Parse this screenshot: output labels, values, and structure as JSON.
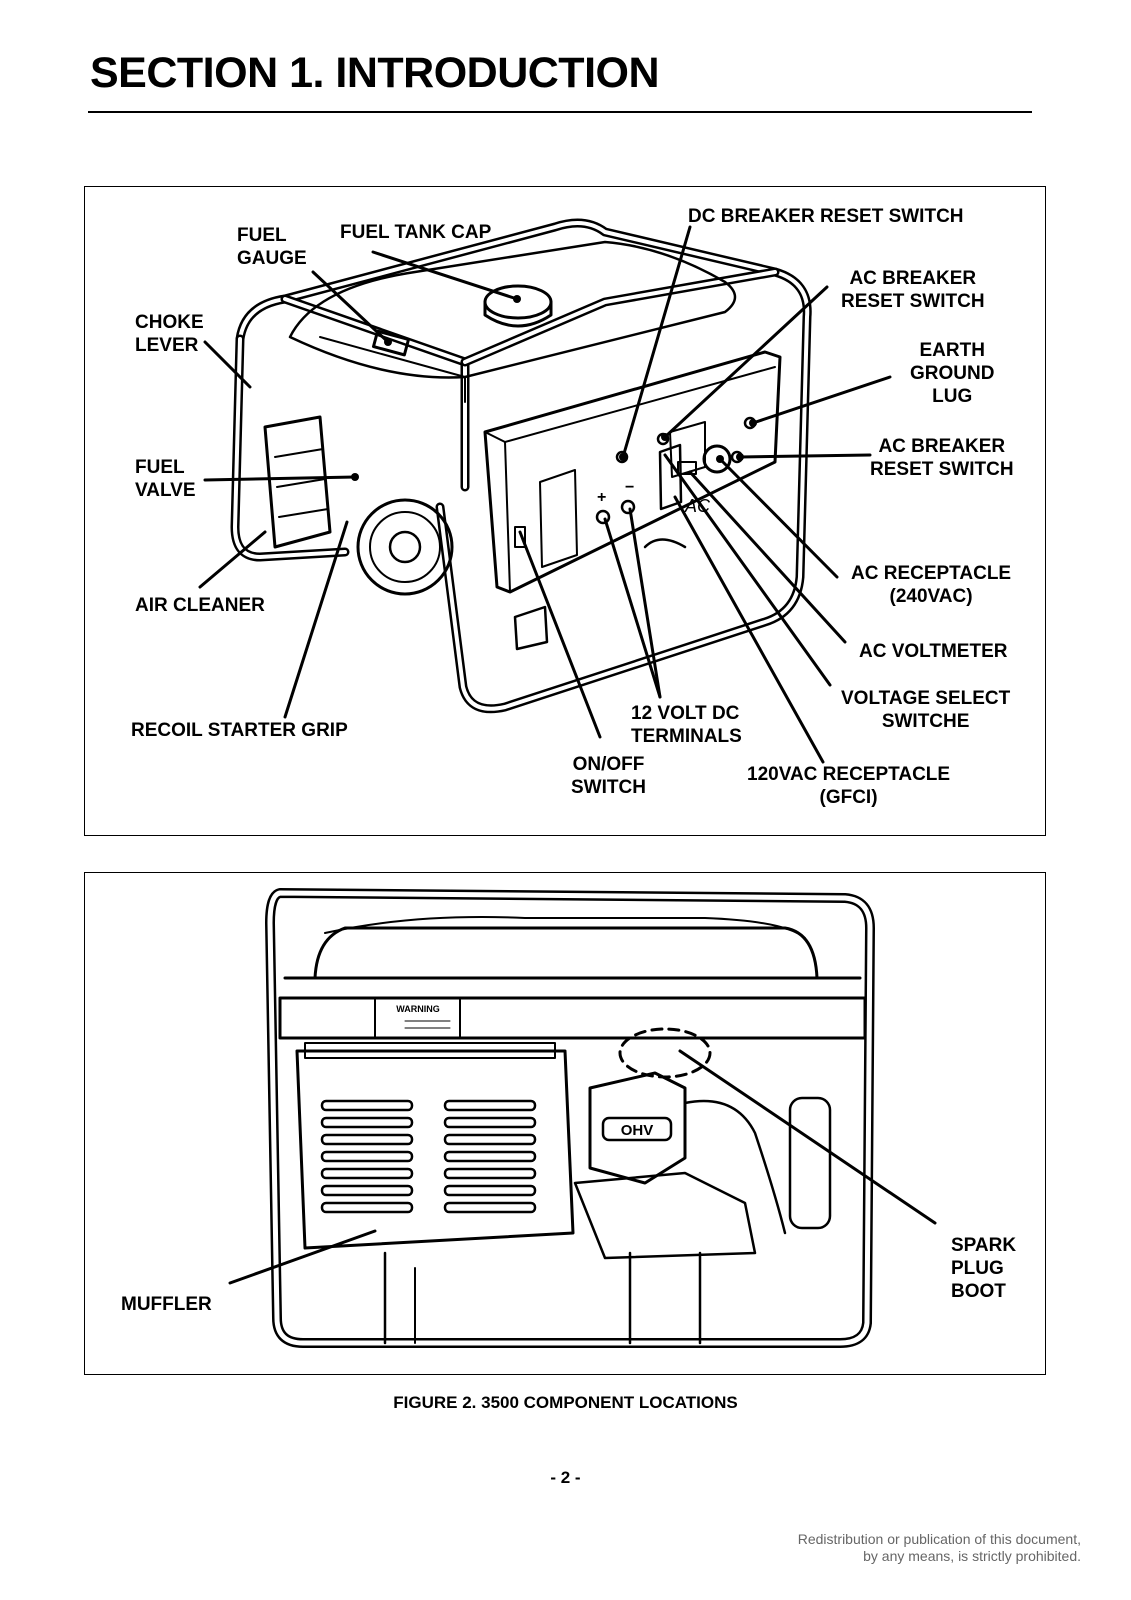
{
  "page": {
    "section_title": "SECTION 1. INTRODUCTION",
    "figure_caption": "FIGURE 2. 3500 COMPONENT LOCATIONS",
    "page_number": "- 2 -",
    "notice": "Redistribution or publication of this document,\nby any means, is strictly prohibited."
  },
  "figure_top": {
    "labels": {
      "fuel_gauge": "FUEL\nGAUGE",
      "fuel_tank_cap": "FUEL TANK CAP",
      "dc_breaker_reset": "DC BREAKER RESET SWITCH",
      "ac_breaker_reset_1": "AC BREAKER\nRESET SWITCH",
      "choke_lever": "CHOKE\nLEVER",
      "earth_ground_lug": "EARTH\nGROUND\nLUG",
      "ac_breaker_reset_2": "AC BREAKER\nRESET SWITCH",
      "fuel_valve": "FUEL\nVALVE",
      "air_cleaner": "AIR CLEANER",
      "ac_receptacle_240": "AC RECEPTACLE\n(240VAC)",
      "ac_voltmeter": "AC VOLTMETER",
      "voltage_select": "VOLTAGE SELECT\nSWITCHE",
      "recoil_starter": "RECOIL STARTER GRIP",
      "dc_terminals": "12 VOLT DC\nTERMINALS",
      "on_off_switch": "ON/OFF\nSWITCH",
      "receptacle_120": "120VAC RECEPTACLE\n(GFCI)"
    },
    "panel_marks": {
      "plus": "+",
      "minus": "−",
      "ac": "AC"
    }
  },
  "figure_bottom": {
    "labels": {
      "muffler": "MUFFLER",
      "spark_plug_boot": "SPARK\nPLUG\nBOOT"
    },
    "warning_text": "WARNING",
    "engine_badge": "OHV"
  }
}
